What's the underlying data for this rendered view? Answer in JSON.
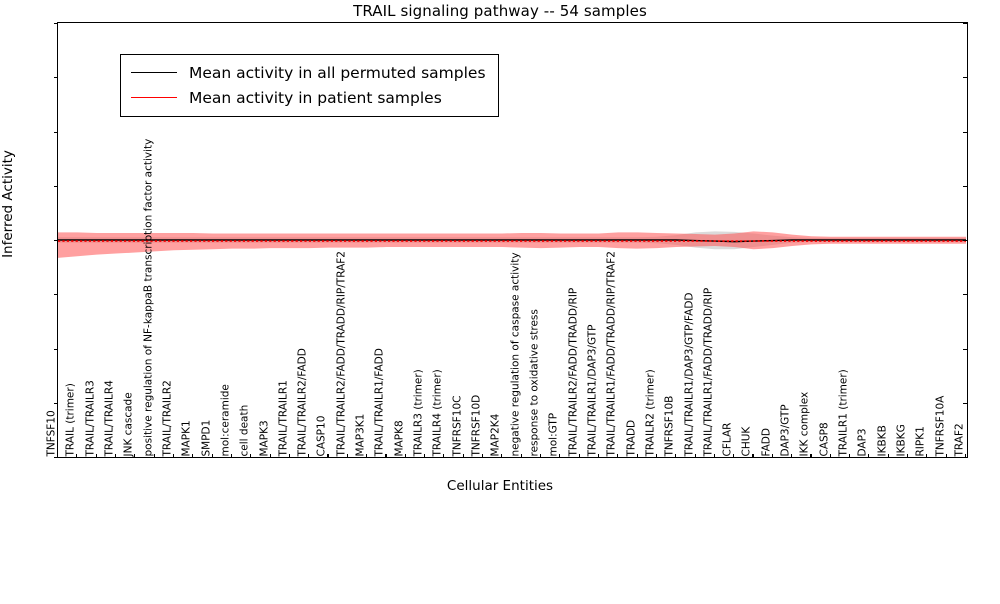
{
  "chart_data": {
    "type": "line",
    "title": "TRAIL signaling pathway -- 54 samples",
    "xlabel": "Cellular Entities",
    "ylabel": "Inferred Activity",
    "ylim": [
      -4,
      4
    ],
    "yticks": [
      -4,
      -3,
      -2,
      -1,
      0,
      1,
      2,
      3,
      4
    ],
    "grid": false,
    "legend_position": "upper left",
    "n_samples": 54,
    "categories": [
      "TNFSF10",
      "TRAIL (trimer)",
      "TRAIL/TRAILR3",
      "TRAIL/TRAILR4",
      "JNK cascade",
      "positive regulation of NF-kappaB transcription factor activity",
      "TRAIL/TRAILR2",
      "MAPK1",
      "SMPD1",
      "mol:ceramide",
      "cell death",
      "MAPK3",
      "TRAIL/TRAILR1",
      "TRAIL/TRAILR2/FADD",
      "CASP10",
      "TRAIL/TRAILR2/FADD/TRADD/RIP/TRAF2",
      "MAP3K1",
      "TRAIL/TRAILR1/FADD",
      "MAPK8",
      "TRAILR3 (trimer)",
      "TRAILR4 (trimer)",
      "TNFRSF10C",
      "TNFRSF10D",
      "MAP2K4",
      "negative regulation of caspase activity",
      "response to oxidative stress",
      "mol:GTP",
      "TRAIL/TRAILR2/FADD/TRADD/RIP",
      "TRAIL/TRAILR1/DAP3/GTP",
      "TRAIL/TRAILR1/FADD/TRADD/RIP/TRAF2",
      "TRADD",
      "TRAILR2 (trimer)",
      "TNFRSF10B",
      "TRAIL/TRAILR1/DAP3/GTP/FADD",
      "TRAIL/TRAILR1/FADD/TRADD/RIP",
      "CFLAR",
      "CHUK",
      "FADD",
      "DAP3/GTP",
      "IKK complex",
      "CASP8",
      "TRAILR1 (trimer)",
      "DAP3",
      "IKBKB",
      "IKBKG",
      "RIPK1",
      "TNFRSF10A",
      "TRAF2"
    ],
    "series": [
      {
        "name": "Mean activity in all permuted samples",
        "color": "#000000",
        "style": "solid",
        "values": [
          0.0,
          0.0,
          0.0,
          0.0,
          0.0,
          0.0,
          0.0,
          0.0,
          0.0,
          0.0,
          0.0,
          0.0,
          0.0,
          0.0,
          0.0,
          0.0,
          0.0,
          0.0,
          0.0,
          0.0,
          0.0,
          0.0,
          0.0,
          0.0,
          0.0,
          0.0,
          0.0,
          0.0,
          0.0,
          0.0,
          0.0,
          0.0,
          0.0,
          -0.01,
          -0.02,
          -0.03,
          -0.02,
          -0.01,
          0.0,
          0.0,
          0.0,
          0.0,
          0.0,
          0.0,
          0.0,
          0.0,
          0.0,
          0.0
        ],
        "band_upper": [
          0.05,
          0.05,
          0.05,
          0.05,
          0.05,
          0.05,
          0.05,
          0.05,
          0.05,
          0.05,
          0.05,
          0.05,
          0.05,
          0.05,
          0.05,
          0.05,
          0.05,
          0.05,
          0.05,
          0.05,
          0.05,
          0.05,
          0.05,
          0.05,
          0.05,
          0.05,
          0.05,
          0.05,
          0.05,
          0.05,
          0.05,
          0.06,
          0.09,
          0.14,
          0.16,
          0.15,
          0.12,
          0.08,
          0.05,
          0.04,
          0.04,
          0.04,
          0.04,
          0.04,
          0.04,
          0.04,
          0.04,
          0.04
        ],
        "band_lower": [
          -0.05,
          -0.05,
          -0.05,
          -0.05,
          -0.05,
          -0.05,
          -0.05,
          -0.05,
          -0.05,
          -0.05,
          -0.05,
          -0.05,
          -0.05,
          -0.05,
          -0.05,
          -0.05,
          -0.05,
          -0.05,
          -0.05,
          -0.05,
          -0.05,
          -0.05,
          -0.05,
          -0.05,
          -0.05,
          -0.05,
          -0.05,
          -0.05,
          -0.05,
          -0.05,
          -0.05,
          -0.06,
          -0.09,
          -0.14,
          -0.17,
          -0.17,
          -0.13,
          -0.09,
          -0.05,
          -0.04,
          -0.04,
          -0.04,
          -0.04,
          -0.04,
          -0.04,
          -0.04,
          -0.04,
          -0.04
        ],
        "band_color": "#b0b0b0",
        "band_opacity": 0.45
      },
      {
        "name": "Mean activity in patient samples",
        "color": "#ff0000",
        "style": "dotted",
        "values": [
          -0.02,
          -0.02,
          -0.02,
          -0.02,
          -0.02,
          -0.02,
          -0.02,
          -0.02,
          -0.02,
          -0.02,
          -0.02,
          -0.02,
          -0.02,
          -0.02,
          -0.02,
          -0.02,
          -0.02,
          -0.02,
          -0.02,
          -0.02,
          -0.02,
          -0.02,
          -0.02,
          -0.02,
          -0.02,
          -0.02,
          -0.02,
          -0.02,
          -0.02,
          -0.02,
          -0.02,
          -0.02,
          -0.02,
          -0.02,
          -0.02,
          -0.02,
          -0.02,
          -0.02,
          -0.02,
          -0.02,
          -0.02,
          -0.02,
          -0.02,
          -0.02,
          -0.02,
          -0.02,
          -0.02,
          -0.02
        ],
        "band_upper": [
          0.14,
          0.14,
          0.13,
          0.13,
          0.13,
          0.13,
          0.13,
          0.13,
          0.12,
          0.12,
          0.12,
          0.12,
          0.12,
          0.12,
          0.12,
          0.12,
          0.12,
          0.12,
          0.12,
          0.12,
          0.12,
          0.12,
          0.12,
          0.12,
          0.13,
          0.13,
          0.12,
          0.12,
          0.12,
          0.14,
          0.14,
          0.13,
          0.12,
          0.11,
          0.1,
          0.12,
          0.16,
          0.14,
          0.1,
          0.07,
          0.06,
          0.06,
          0.06,
          0.06,
          0.06,
          0.06,
          0.06,
          0.06
        ],
        "band_lower": [
          -0.33,
          -0.3,
          -0.27,
          -0.25,
          -0.23,
          -0.21,
          -0.19,
          -0.18,
          -0.17,
          -0.16,
          -0.16,
          -0.15,
          -0.15,
          -0.15,
          -0.14,
          -0.14,
          -0.14,
          -0.13,
          -0.13,
          -0.13,
          -0.13,
          -0.13,
          -0.13,
          -0.13,
          -0.14,
          -0.15,
          -0.14,
          -0.13,
          -0.13,
          -0.15,
          -0.16,
          -0.15,
          -0.13,
          -0.12,
          -0.11,
          -0.13,
          -0.17,
          -0.15,
          -0.11,
          -0.08,
          -0.07,
          -0.07,
          -0.07,
          -0.07,
          -0.07,
          -0.07,
          -0.07,
          -0.07
        ],
        "band_color": "#ff5252",
        "band_opacity": 0.55
      }
    ]
  },
  "legend": {
    "items": [
      {
        "label": "Mean activity in all permuted samples",
        "color": "#000000"
      },
      {
        "label": "Mean activity in patient samples",
        "color": "#ff0000"
      }
    ]
  }
}
